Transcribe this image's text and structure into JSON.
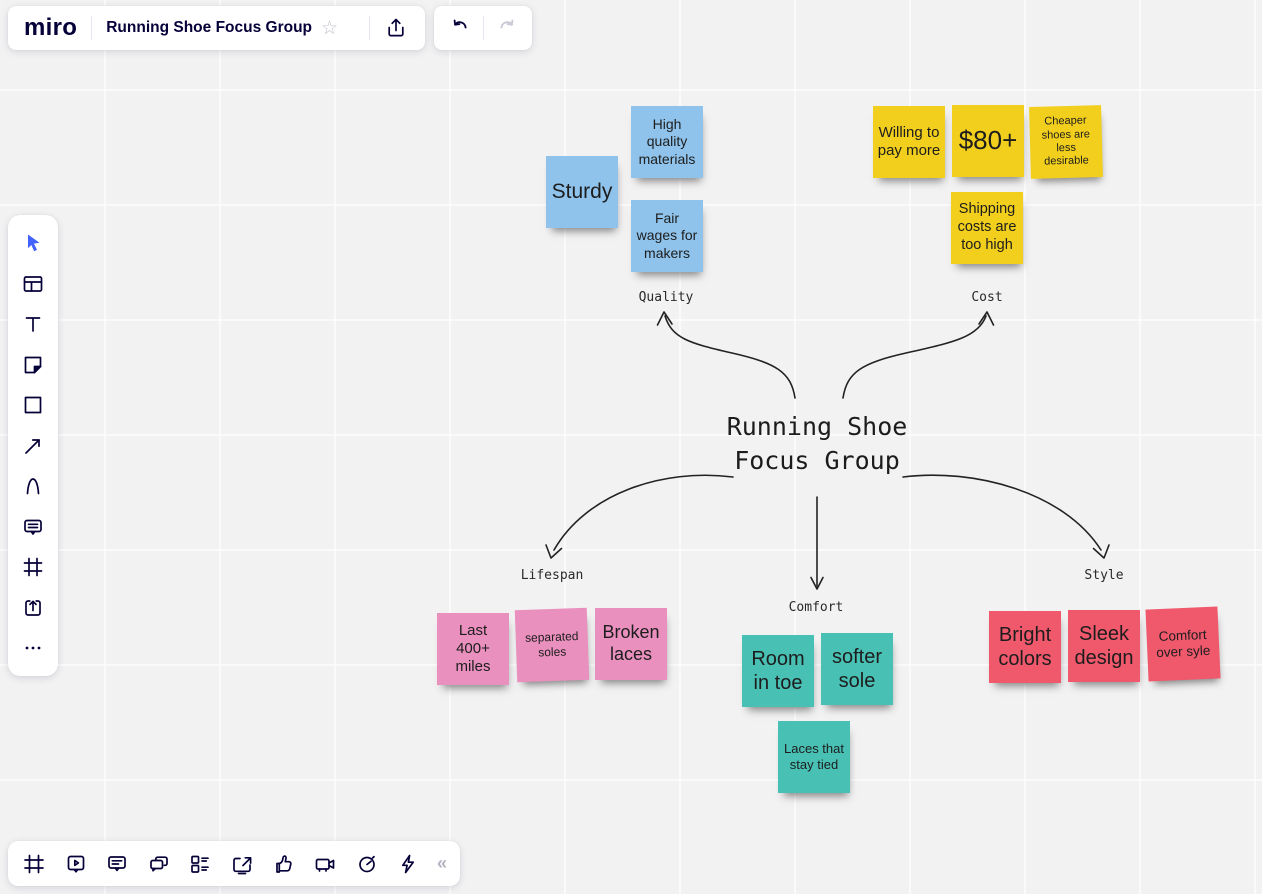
{
  "header": {
    "logo_text": "miro",
    "board_title": "Running Shoe Focus Group"
  },
  "icons": {
    "star_glyph": "☆",
    "collapse_glyph": "«"
  },
  "toolbars": {
    "left": [
      "select-tool",
      "templates",
      "text",
      "sticky-note",
      "shapes",
      "connection-line",
      "pen",
      "comment",
      "frame",
      "upload",
      "more-tools"
    ],
    "bottom": [
      "frames",
      "present",
      "notes",
      "chat",
      "cards",
      "share-screen",
      "reactions",
      "video",
      "timer",
      "quick-actions",
      "collapse"
    ]
  },
  "colors": {
    "brand_navy": "#050038",
    "select_blue": "#4262FF",
    "note_blue": "#8FC3EB",
    "note_yellow": "#F2CF1D",
    "note_pink": "#EA90BE",
    "note_teal": "#49C0B4",
    "note_red": "#F0586C",
    "canvas_bg": "#F2F2F3"
  },
  "canvas": {
    "center_title": "Running Shoe Focus Group",
    "groups": [
      {
        "label": "Quality",
        "notes": [
          {
            "text": "Sturdy"
          },
          {
            "text": "High quality materials"
          },
          {
            "text": "Fair wages for makers"
          }
        ]
      },
      {
        "label": "Cost",
        "notes": [
          {
            "text": "Willing to pay more"
          },
          {
            "text": "$80+"
          },
          {
            "text": "Cheaper shoes are less desirable"
          },
          {
            "text": "Shipping costs are too high"
          }
        ]
      },
      {
        "label": "Lifespan",
        "notes": [
          {
            "text": "Last 400+ miles"
          },
          {
            "text": "separated soles"
          },
          {
            "text": "Broken laces"
          }
        ]
      },
      {
        "label": "Comfort",
        "notes": [
          {
            "text": "Room in toe"
          },
          {
            "text": "softer sole"
          },
          {
            "text": "Laces that stay tied"
          }
        ]
      },
      {
        "label": "Style",
        "notes": [
          {
            "text": "Bright colors"
          },
          {
            "text": "Sleek design"
          },
          {
            "text": "Comfort over syle"
          }
        ]
      }
    ]
  }
}
